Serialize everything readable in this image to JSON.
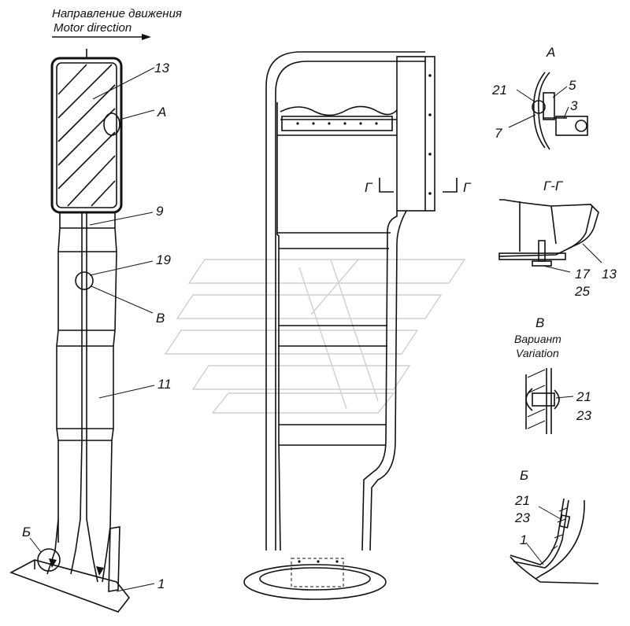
{
  "header": {
    "direction_ru": "Направление движения",
    "direction_en": "Motor direction"
  },
  "callouts": {
    "n1": "1",
    "n9": "9",
    "n11": "11",
    "n13": "13",
    "n19": "19",
    "A": "А",
    "B": "В",
    "Bsoft": "Б"
  },
  "section": {
    "g_left": "Г",
    "g_right": "Г"
  },
  "detail_a": {
    "title": "А",
    "n21": "21",
    "n5": "5",
    "n3": "3",
    "n7": "7"
  },
  "detail_gg": {
    "title": "Г-Г",
    "n17": "17",
    "n25": "25",
    "n13": "13"
  },
  "detail_v": {
    "title": "В",
    "variant_ru": "Вариант",
    "variant_en": "Variation",
    "n21": "21",
    "n23": "23"
  },
  "detail_b": {
    "title": "Б",
    "n21": "21",
    "n23": "23",
    "n1": "1"
  }
}
